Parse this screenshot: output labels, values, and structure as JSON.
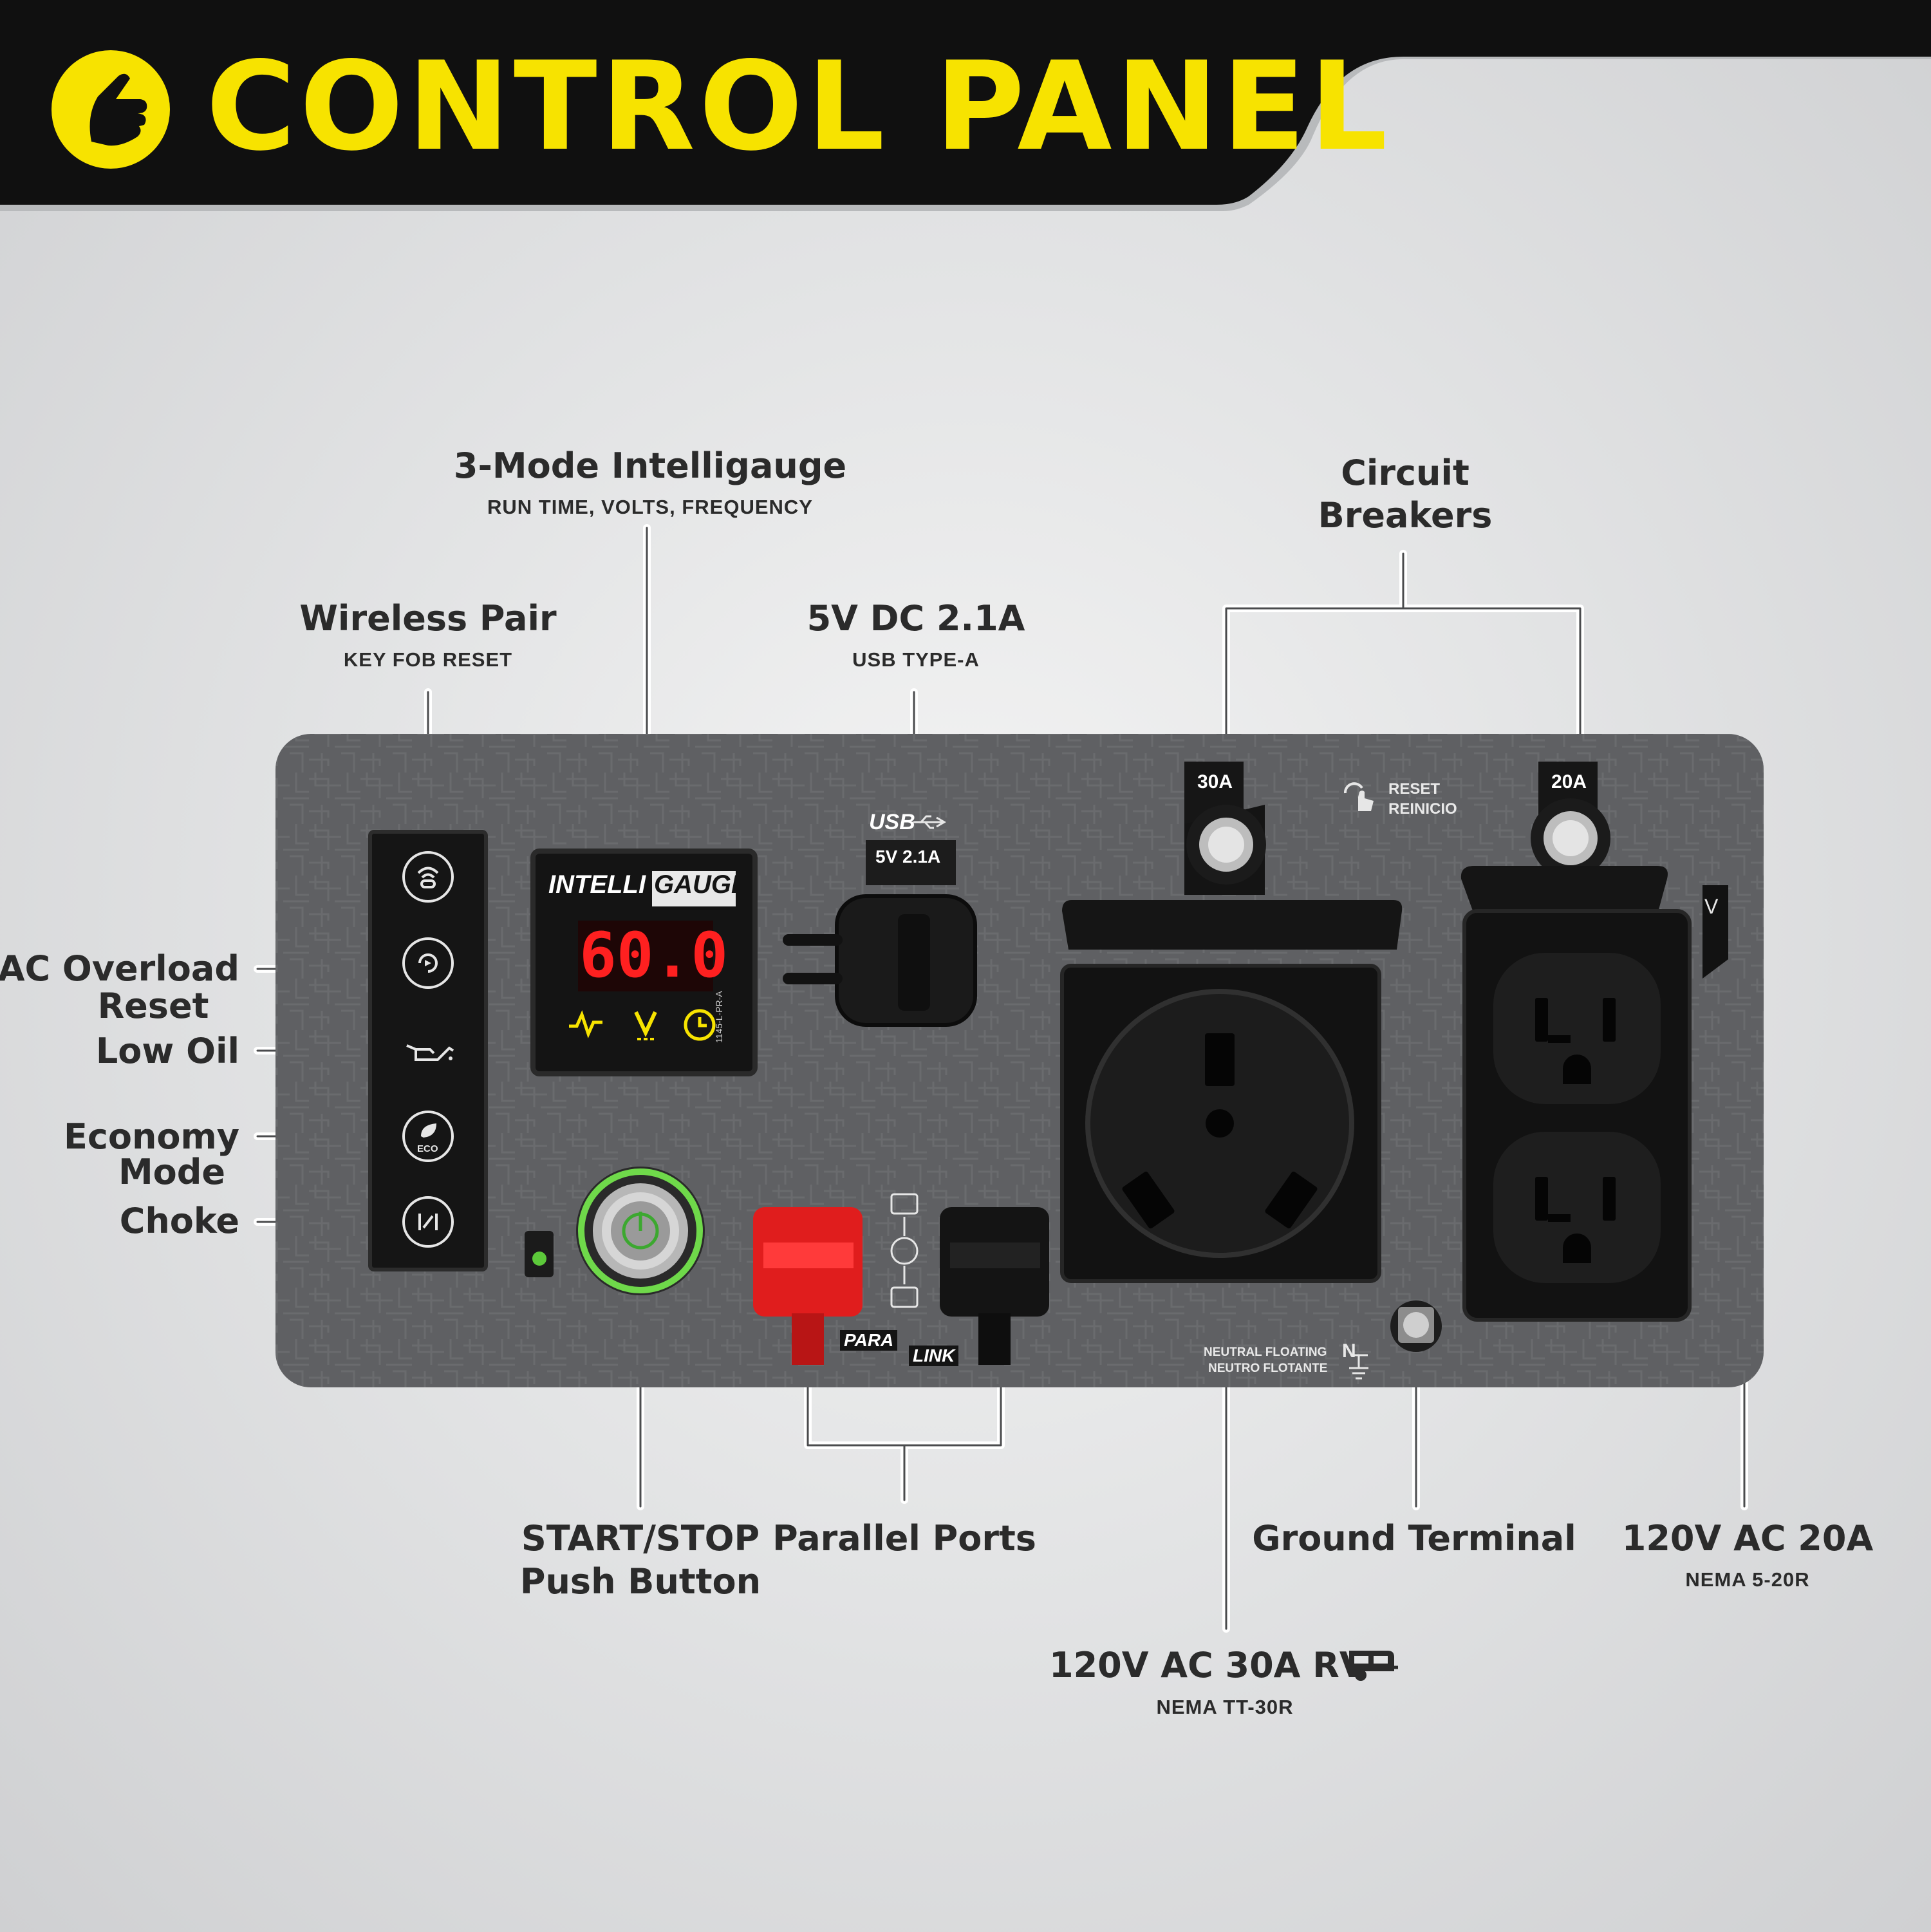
{
  "banner": {
    "title": "CONTROL PANEL",
    "icon": "hand-pointer-icon",
    "accent_color": "#f7e300",
    "background_color": "#101010"
  },
  "callouts": {
    "wireless_pair": {
      "title": "Wireless Pair",
      "subtitle": "KEY FOB RESET"
    },
    "intelligauge": {
      "title": "3-Mode Intelligauge",
      "subtitle": "RUN TIME, VOLTS, FREQUENCY"
    },
    "usb": {
      "title": "5V DC 2.1A",
      "subtitle": "USB TYPE-A"
    },
    "circuit_breakers": {
      "title_line1": "Circuit",
      "title_line2": "Breakers"
    },
    "ac_overload": {
      "line1": "AC Overload",
      "line2": "Reset"
    },
    "low_oil": {
      "title": "Low Oil"
    },
    "economy": {
      "line1": "Economy",
      "line2": "Mode"
    },
    "choke": {
      "title": "Choke"
    },
    "start_stop": {
      "line1": "START/STOP",
      "line2": "Push Button"
    },
    "parallel": {
      "title": "Parallel Ports"
    },
    "ground": {
      "title": "Ground Terminal"
    },
    "outlet_20a": {
      "title": "120V AC 20A",
      "subtitle": "NEMA 5-20R"
    },
    "outlet_30a": {
      "title": "120V AC 30A RV",
      "subtitle": "NEMA TT-30R",
      "icon": "rv-trailer-icon"
    }
  },
  "panel": {
    "color": "#5f6063",
    "intelligauge": {
      "brand_left": "INTELLI",
      "brand_right": "GAUGE",
      "reading": "60.0",
      "part_number": "1145-L-PR-A",
      "icons": [
        "frequency-wave-icon",
        "volts-icon",
        "clock-icon"
      ]
    },
    "usb": {
      "label": "USB",
      "rating": "5V 2.1A"
    },
    "breakers": {
      "left_rating": "30A",
      "right_rating": "20A",
      "reset_line1": "RESET",
      "reset_line2": "REINICIO"
    },
    "side_label": "V",
    "parallel": {
      "label_para": "PARA",
      "label_link": "LINK",
      "red_color": "#e01d1d"
    },
    "neutral": {
      "line1": "NEUTRAL FLOATING",
      "line2": "NEUTRO FLOTANTE"
    },
    "button_strip_icons": [
      "wireless-link-icon",
      "overload-reset-icon",
      "oil-can-icon",
      "eco-leaf-icon",
      "choke-icon"
    ],
    "eco_label": "ECO"
  }
}
